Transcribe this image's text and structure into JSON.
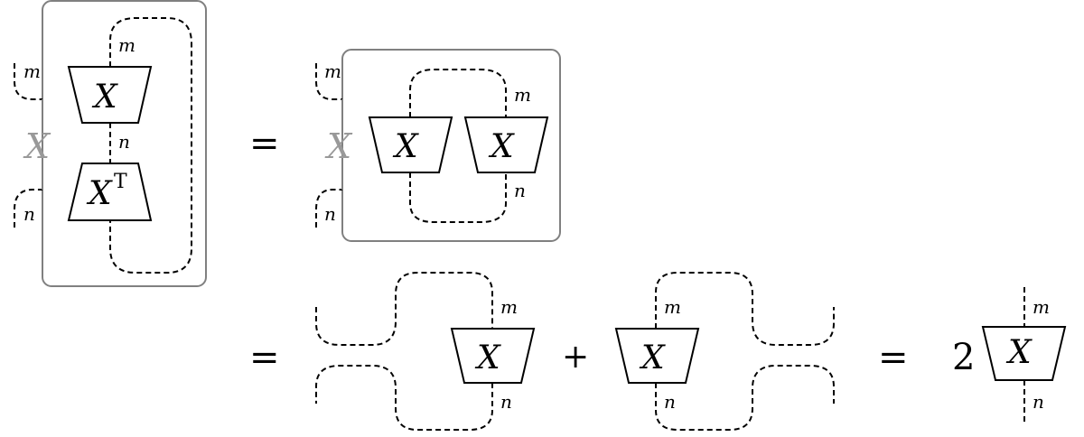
{
  "labels": {
    "m": "m",
    "n": "n",
    "X": "X",
    "T": "T",
    "equals": "=",
    "plus": "+",
    "coefficient": "2"
  },
  "colors": {
    "wire": "#000000",
    "frame": "#808080",
    "gray_label": "#999999"
  }
}
